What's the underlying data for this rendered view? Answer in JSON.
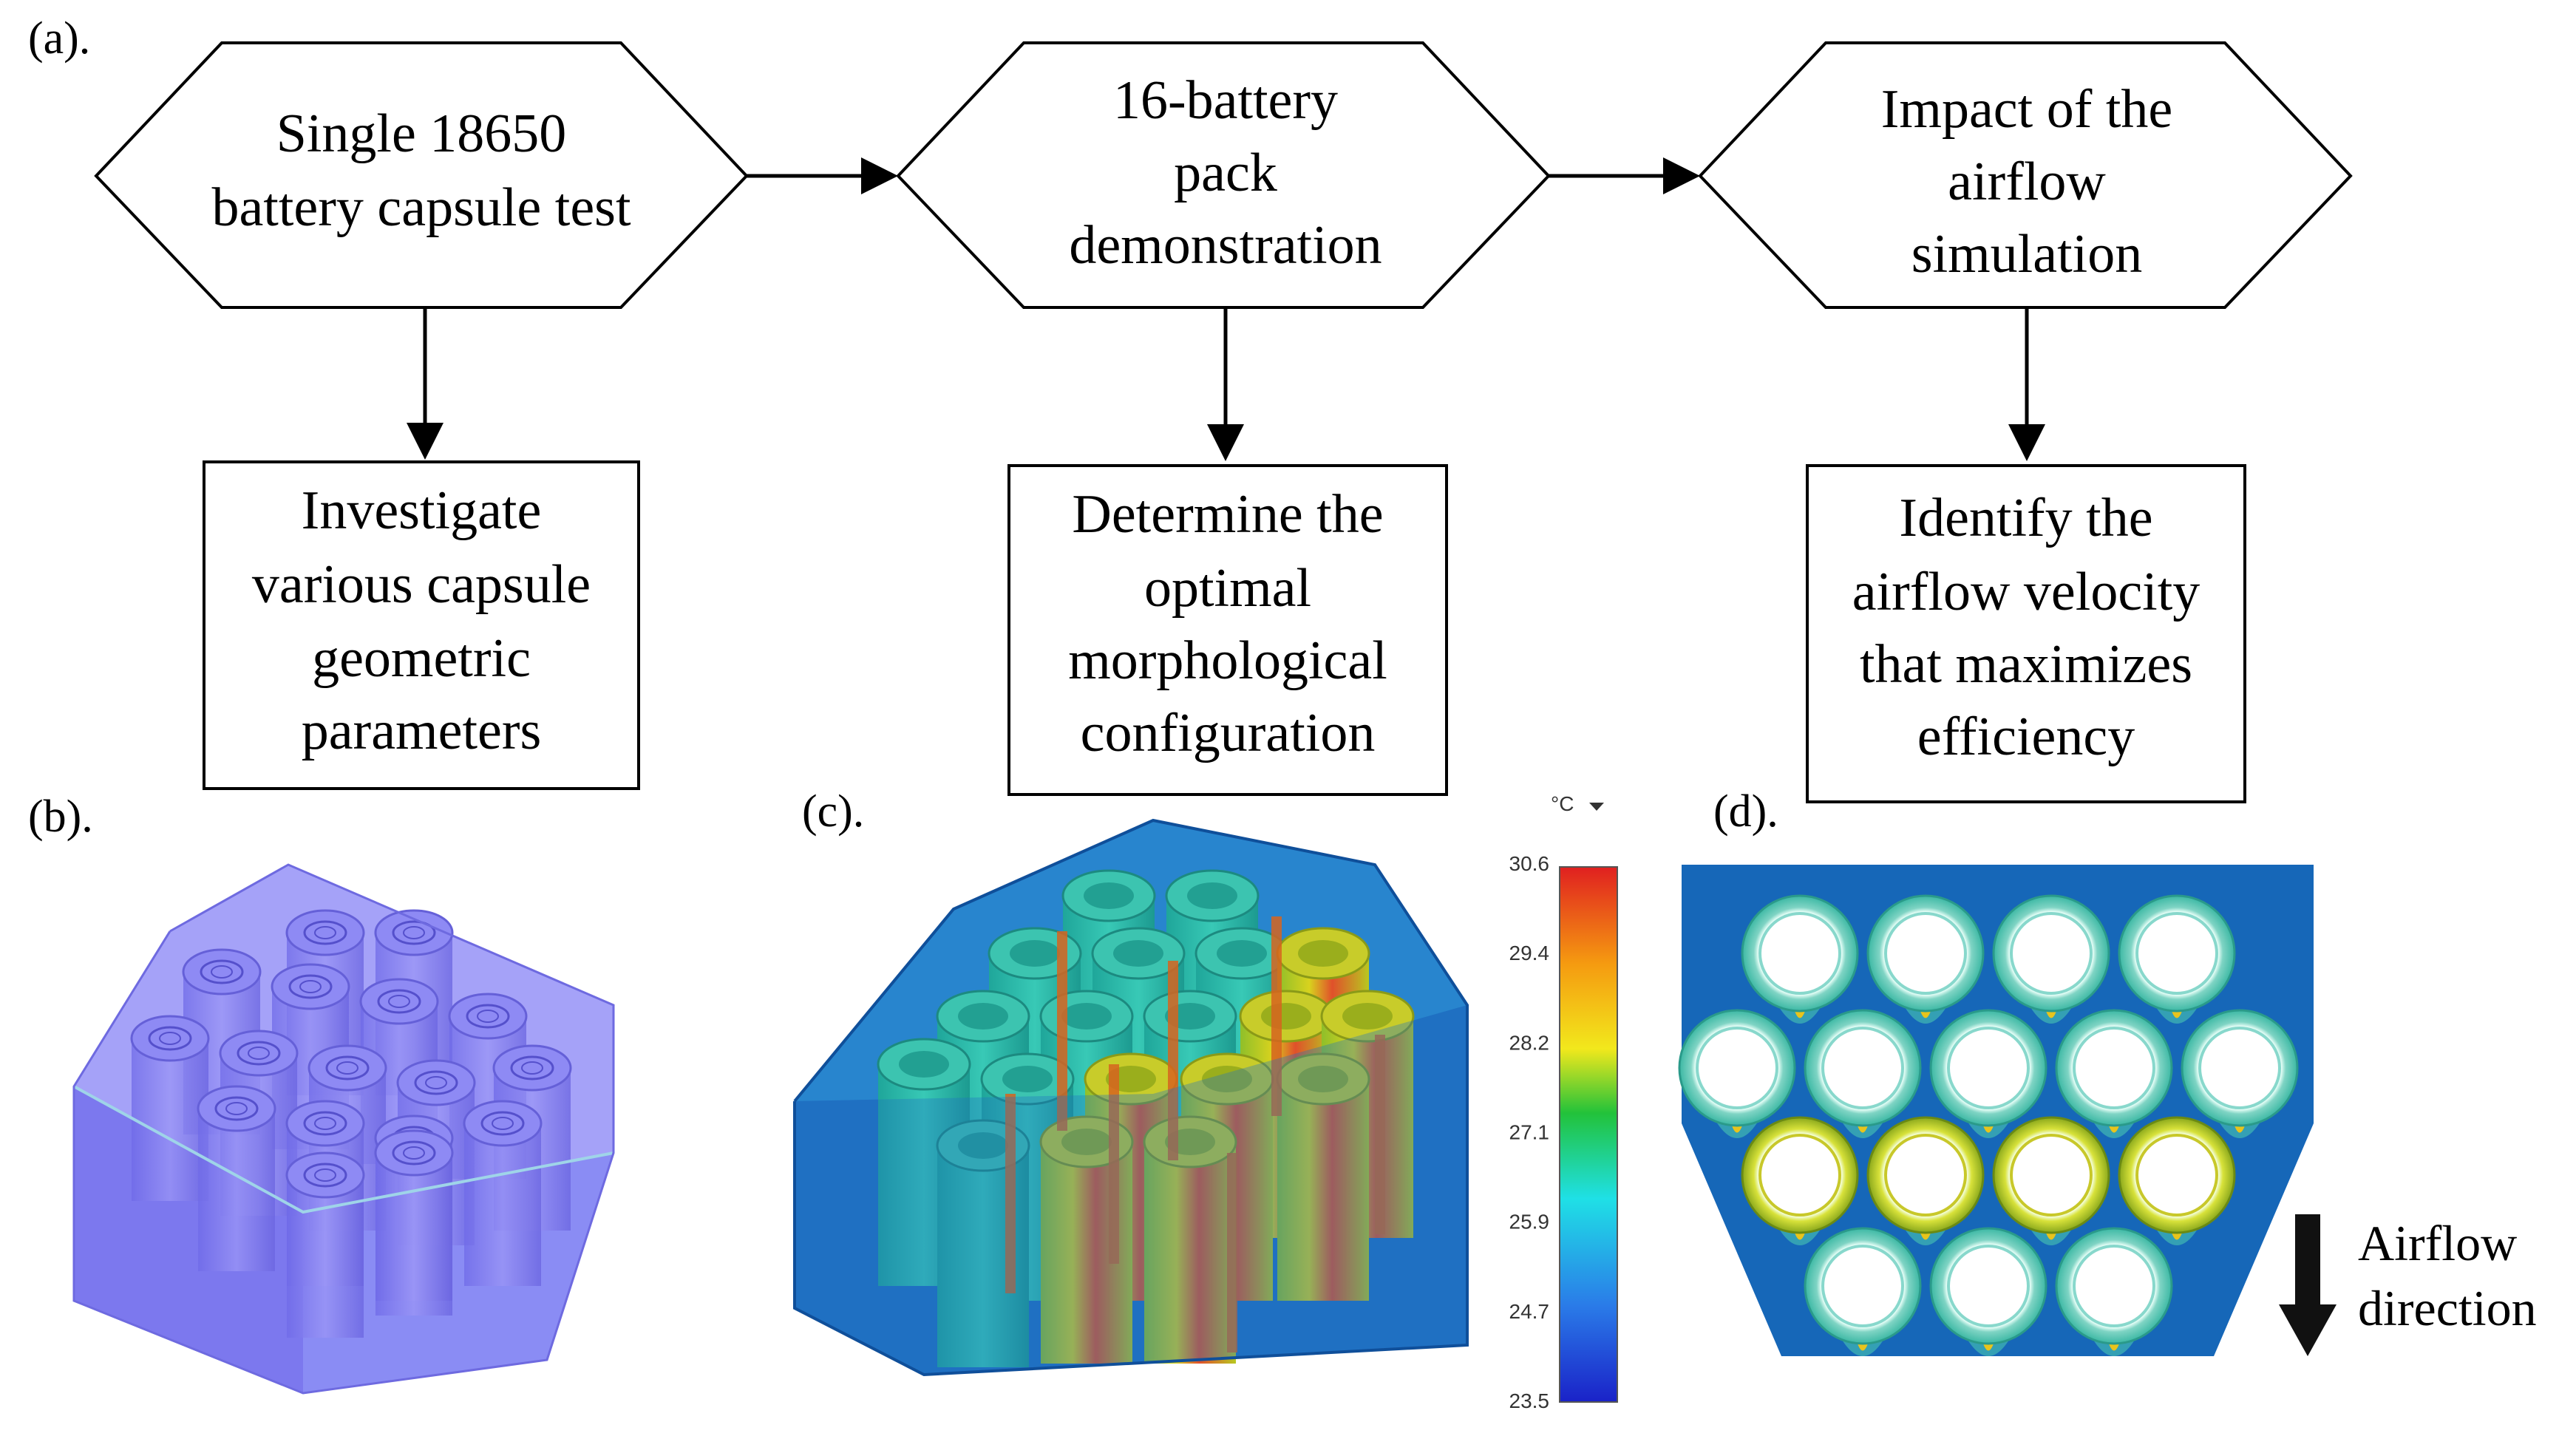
{
  "panel_labels": {
    "a": "(a).",
    "b": "(b).",
    "c": "(c).",
    "d": "(d)."
  },
  "flowchart": {
    "steps": [
      {
        "hex_lines": [
          "Single 18650",
          "battery capsule test"
        ],
        "box_lines": [
          "Investigate",
          "various capsule",
          "geometric",
          "parameters"
        ]
      },
      {
        "hex_lines": [
          "16-battery",
          "pack",
          "demonstration"
        ],
        "box_lines": [
          "Determine the",
          "optimal",
          "morphological",
          "configuration"
        ]
      },
      {
        "hex_lines": [
          "Impact of the",
          "airflow",
          "simulation"
        ],
        "box_lines": [
          "Identify the",
          "airflow velocity",
          "that maximizes",
          "efficiency"
        ]
      }
    ]
  },
  "colorbar": {
    "unit": "°C",
    "ticks": [
      "30.6",
      "29.4",
      "28.2",
      "27.1",
      "25.9",
      "24.7",
      "23.5"
    ]
  },
  "airflow_label": [
    "Airflow",
    "direction"
  ],
  "colors": {
    "casing_b": "#8c86f2",
    "casing_c": "#1f73c4",
    "flow_bg": "#1667b8",
    "arrow": "#111111"
  }
}
